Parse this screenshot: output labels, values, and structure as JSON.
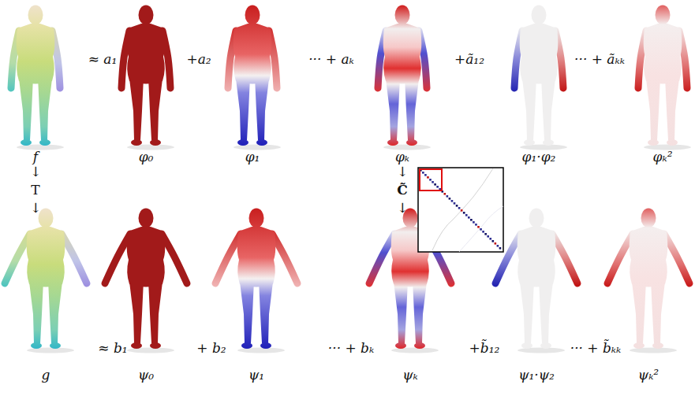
{
  "diagram": {
    "labels": [
      "f",
      "≈ a₁",
      "+a₂",
      "··· + aₖ",
      "+ã₁₂",
      "··· + ãₖₖ",
      "φ₀",
      "φ₁",
      "φₖ",
      "φ₁·φ₂",
      "φₖ²",
      "↓",
      "T",
      "↓",
      "↓",
      "C̃",
      "↓",
      "≈ b₁",
      "+ b₂",
      "··· + bₖ",
      "+b̃₁₂",
      "··· + b̃ₖₖ",
      "g",
      "ψ₀",
      "ψ₁",
      "ψₖ",
      "ψ₁·ψ₂",
      "ψₖ²"
    ]
  }
}
